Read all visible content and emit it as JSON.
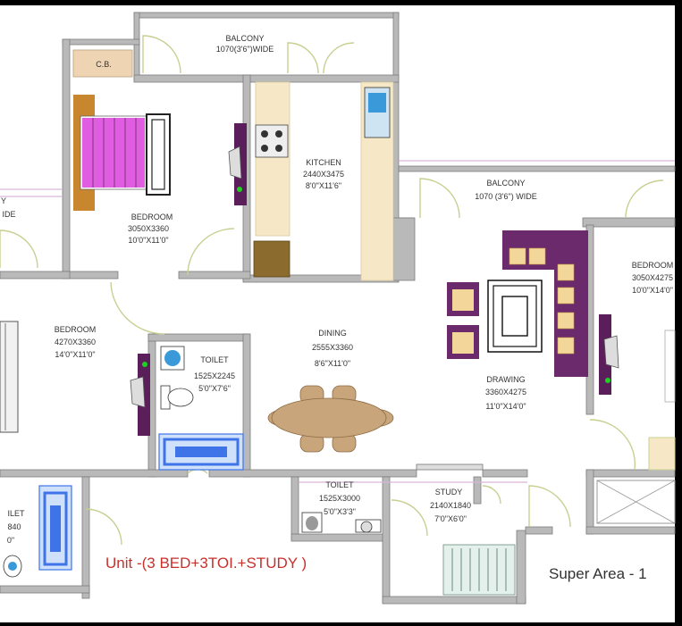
{
  "colors": {
    "wall": "#b9b9b9",
    "wall_border": "#7d7d7d",
    "floor": "#ffffff",
    "outline_pink": "#d9b3d9",
    "door": "#c9cf92",
    "counter": "#f6e8c6",
    "wood": "#c99a5a",
    "purple": "#8d3f8d",
    "magenta": "#e05ce0",
    "blue": "#3f73e8",
    "red_text": "#c8302c"
  },
  "rooms": {
    "cb": "C.B.",
    "balcony_top": {
      "name": "BALCONY",
      "dims": "1070(3'6\")WIDE"
    },
    "bedroom_top": {
      "name": "BEDROOM",
      "metric": "3050X3360",
      "imperial": "10'0\"X11'0\""
    },
    "kitchen": {
      "name": "KITCHEN",
      "metric": "2440X3475",
      "imperial": "8'0\"X11'6\""
    },
    "balcony_right": {
      "name": "BALCONY",
      "dims": "1070 (3'6\") WIDE"
    },
    "bedroom_right": {
      "name": "BEDROOM",
      "metric": "3050X4275",
      "imperial": "10'0\"X14'0\""
    },
    "bedroom_left": {
      "name": "BEDROOM",
      "metric": "4270X3360",
      "imperial": "14'0\"X11'0\""
    },
    "toilet_center": {
      "name": "TOILET",
      "metric": "1525X2245",
      "imperial": "5'0\"X7'6\""
    },
    "dining": {
      "name": "DINING",
      "metric": "2555X3360",
      "imperial": "8'6\"X11'0\""
    },
    "drawing": {
      "name": "DRAWING",
      "metric": "3360X4275",
      "imperial": "11'0\"X14'0\""
    },
    "toilet_bottom": {
      "name": "TOILET",
      "metric": "1525X3000",
      "imperial": "5'0\"X3'3\""
    },
    "study": {
      "name": "STUDY",
      "metric": "2140X1840",
      "imperial": "7'0\"X6'0\""
    },
    "toilet_left_partial": {
      "name": "ILET",
      "metric": "840",
      "imperial": "0\""
    },
    "left_edge_partial": {
      "line1": "Y",
      "line2": "IDE"
    }
  },
  "unit_label": "Unit -(3 BED+3TOI.+STUDY )",
  "super_area": "Super Area - 1"
}
